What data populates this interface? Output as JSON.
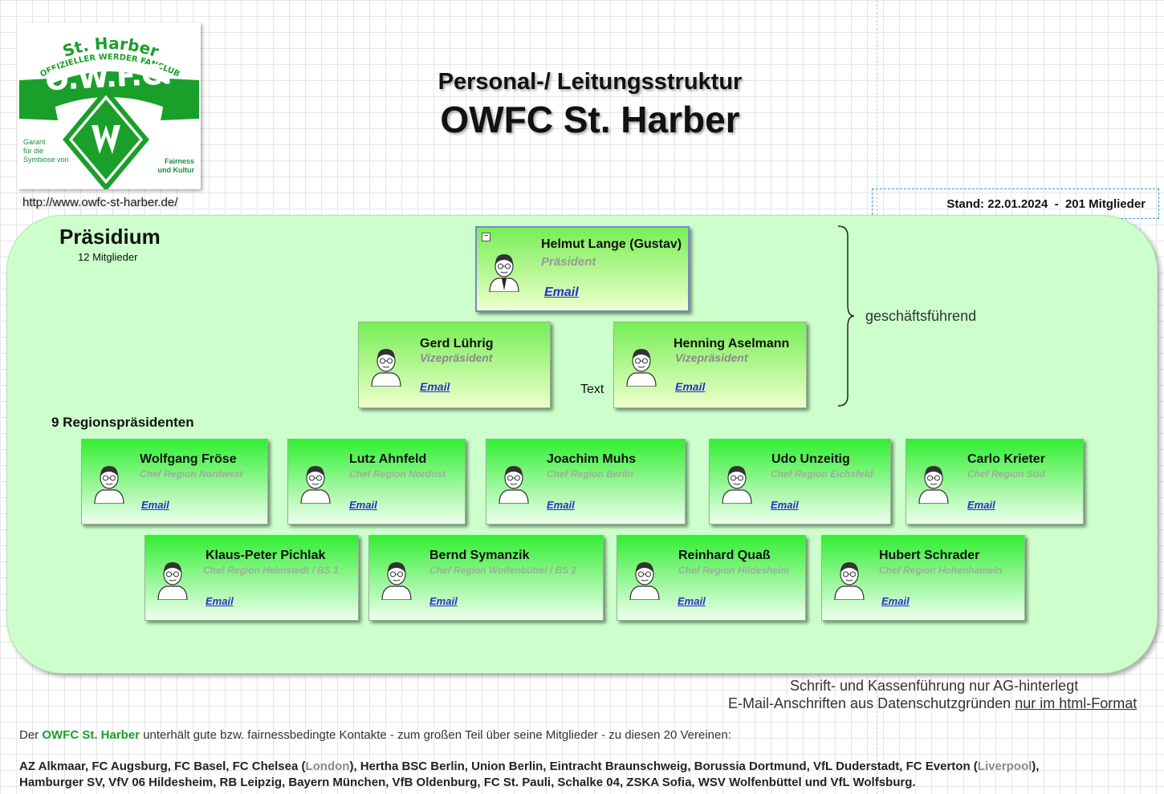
{
  "logo": {
    "top_text": "St. Harber",
    "ring_text": "OFFIZIELLER WERDER FANCLUB",
    "abbr": "O.W.F.C.",
    "left_caption": [
      "Garant",
      "für die",
      "Symbiose von"
    ],
    "right_caption": [
      "Fairness",
      "und Kultur"
    ]
  },
  "site_url": "http://www.owfc-st-harber.de/",
  "title": {
    "line1": "Personal-/ Leitungsstruktur",
    "line2": "OWFC St. Harber"
  },
  "stand": {
    "text": "Stand: 22.01.2024  -  201 Mitglieder"
  },
  "praesidium": {
    "title": "Präsidium",
    "count": "12 Mitglieder"
  },
  "leadership": [
    {
      "name": "Helmut Lange (Gustav)",
      "role": "Präsident",
      "email": "Email"
    },
    {
      "name": "Gerd Lührig",
      "role": "Vizepräsident",
      "email": "Email"
    },
    {
      "name": "Henning Aselmann",
      "role": "Vizepräsident",
      "email": "Email"
    }
  ],
  "text_label": "Text",
  "brace_label": "geschäftsführend",
  "regions_heading": "9 Regionspräsidenten",
  "regions": [
    {
      "name": "Wolfgang Fröse",
      "role": "Chef Region Nordwest",
      "email": "Email"
    },
    {
      "name": "Lutz Ahnfeld",
      "role": "Chef Region Nordost",
      "email": "Email"
    },
    {
      "name": "Joachim Muhs",
      "role": "Chef Region Berlin",
      "email": "Email"
    },
    {
      "name": "Udo Unzeitig",
      "role": "Chef Region Eichsfeld",
      "email": "Email"
    },
    {
      "name": "Carlo Krieter",
      "role": "Chef Region Süd",
      "email": "Email"
    },
    {
      "name": "Klaus-Peter Pichlak",
      "role": "Chef Region Helmstedt / BS 1",
      "email": "Email"
    },
    {
      "name": "Bernd Symanzik",
      "role": "Chef Region Wolfenbüttel / BS 2",
      "email": "Email"
    },
    {
      "name": "Reinhard Quaß",
      "role": "Chef Region Hildesheim",
      "email": "Email"
    },
    {
      "name": "Hubert Schrader",
      "role": "Chef Region Hohenhameln",
      "email": "Email"
    }
  ],
  "notes": {
    "line1": "Schrift- und Kassenführung nur AG-hinterlegt",
    "line2_prefix": "E-Mail-Anschriften aus Datenschutzgründen ",
    "line2_underlined": "nur im html-Format"
  },
  "kontakte": {
    "intro_prefix": "Der ",
    "intro_club": "OWFC St. Harber",
    "intro_suffix": " unterhält gute bzw. fairnessbedingte Kontakte - zum großen Teil über seine Mitglieder - zu diesen 20 Vereinen:",
    "list_part1": "AZ Alkmaar, FC Augsburg, FC Basel, FC Chelsea (",
    "city1": "London",
    "list_part2": "), Hertha BSC Berlin, Union Berlin, Eintracht Braunschweig, Borussia Dortmund, VfL Duderstadt, FC Everton (",
    "city2": "Liverpool",
    "list_part3": "),",
    "list_line2": "Hamburger SV, VfV 06 Hildesheim, RB Leipzig, Bayern München, VfB Oldenburg, FC St. Pauli, Schalke 04, ZSKA Sofia, WSV Wolfenbüttel und VfL Wolfsburg."
  },
  "colors": {
    "brand_green": "#1a9f2a",
    "container_fill": "#ccffcc",
    "link_blue": "#2233cc"
  }
}
